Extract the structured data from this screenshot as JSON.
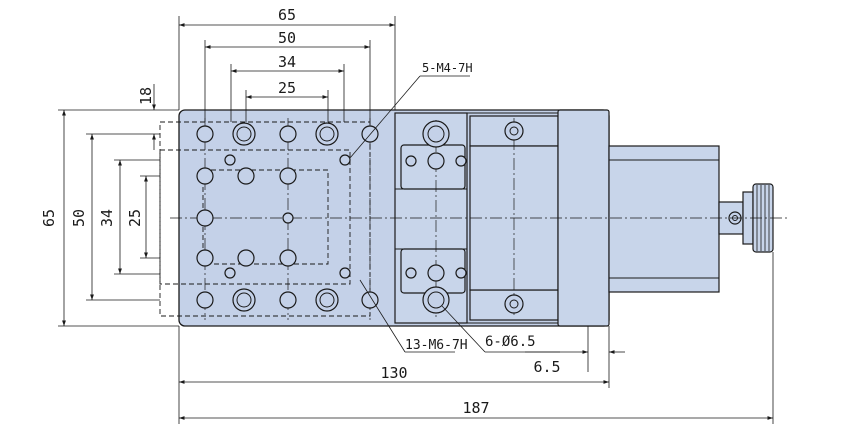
{
  "dimensions": {
    "top_65": "65",
    "top_50": "50",
    "top_34": "34",
    "top_25": "25",
    "left_18": "18",
    "left_65": "65",
    "left_50": "50",
    "left_34": "34",
    "left_25": "25",
    "bottom_130": "130",
    "bottom_187": "187",
    "right_6_5": "6.5"
  },
  "callouts": {
    "m4": "5-M4-7H",
    "m6": "13-M6-7H",
    "d65": "6-Ø6.5"
  }
}
